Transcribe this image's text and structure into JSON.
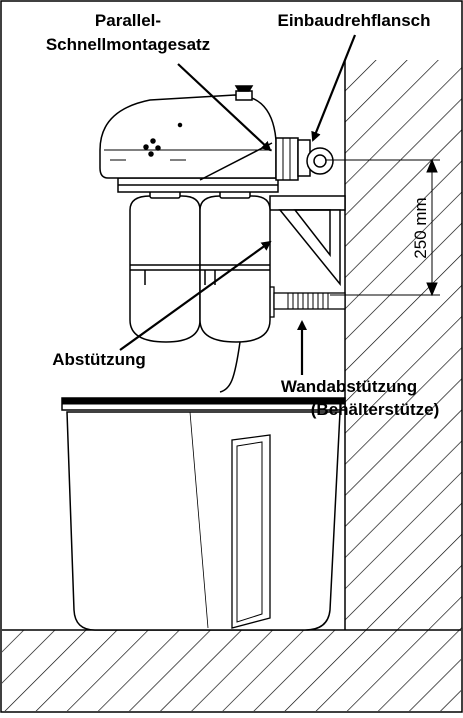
{
  "labels": {
    "parallel_line1": "Parallel-",
    "parallel_line2": "Schnellmontagesatz",
    "flange": "Einbaudrehflansch",
    "dimension": "250 mm",
    "support": "Abstützung",
    "wall_support_line1": "Wandabstützung",
    "wall_support_line2": "(Behälterstütze)"
  },
  "colors": {
    "line": "#000000",
    "background": "#ffffff"
  }
}
